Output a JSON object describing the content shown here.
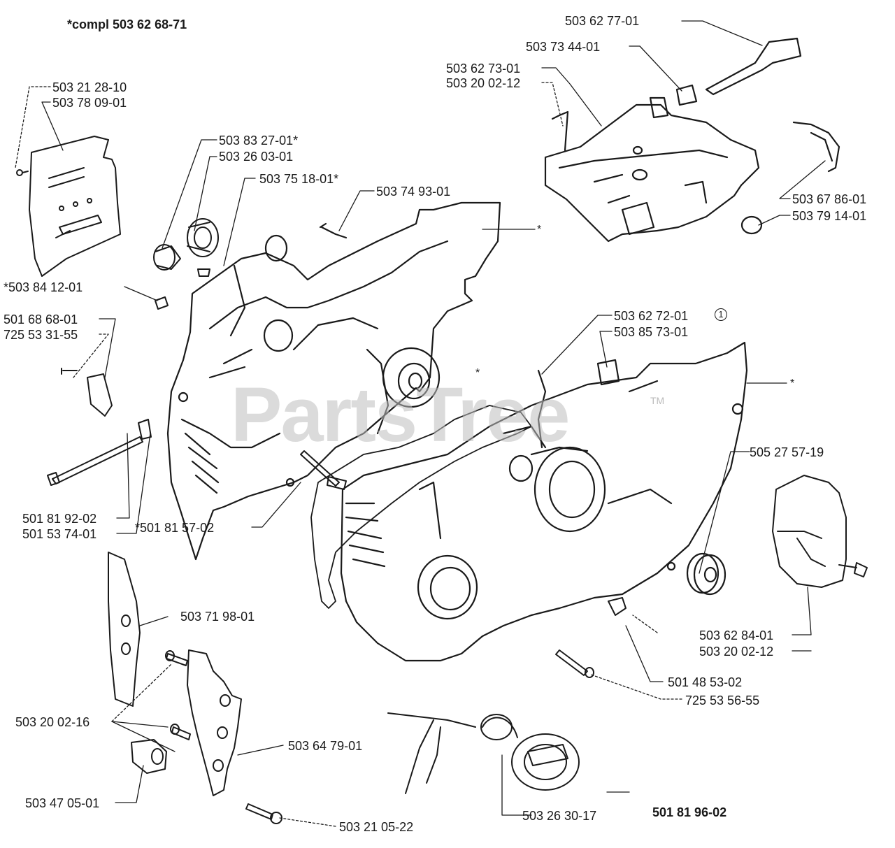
{
  "header": {
    "assembly_label": "*compl 503 62 68-71",
    "bottom_label": "501 81 96-02"
  },
  "watermark": {
    "text": "PartsTree",
    "trademark": "TM"
  },
  "part_labels": {
    "p01": "503 62 77-01",
    "p02": "503 73 44-01",
    "p03": "503 62 73-01",
    "p04": "503 20 02-12",
    "p05": "503 21 28-10",
    "p06": "503 78 09-01",
    "p07": "503 83 27-01*",
    "p08": "503 26 03-01",
    "p09": "503 75 18-01*",
    "p10": "503 74 93-01",
    "p11": "503 67 86-01",
    "p12": "503 79 14-01",
    "p13": "*503 84 12-01",
    "p14": "501 68 68-01",
    "p15": "725 53 31-55",
    "p16": "503 62 72-01",
    "p17": "503 85 73-01",
    "p18": "505 27 57-19",
    "p19": "501 81 92-02",
    "p20": "501 53 74-01",
    "p21": "*501 81 57-02",
    "p22": "503 71 98-01",
    "p23": "503 62 84-01",
    "p24": "503 20 02-12",
    "p25": "501 48 53-02",
    "p26": "725 53 56-55",
    "p27": "503 20 02-16",
    "p28": "503 64 79-01",
    "p29": "503 47 05-01",
    "p30": "503 26 30-17",
    "p31": "503 21 05-22"
  },
  "markers": {
    "circled_one": "1",
    "asterisk": "*"
  },
  "colors": {
    "ink": "#1a1a1a",
    "watermark": "#bebebe",
    "background": "#ffffff"
  }
}
